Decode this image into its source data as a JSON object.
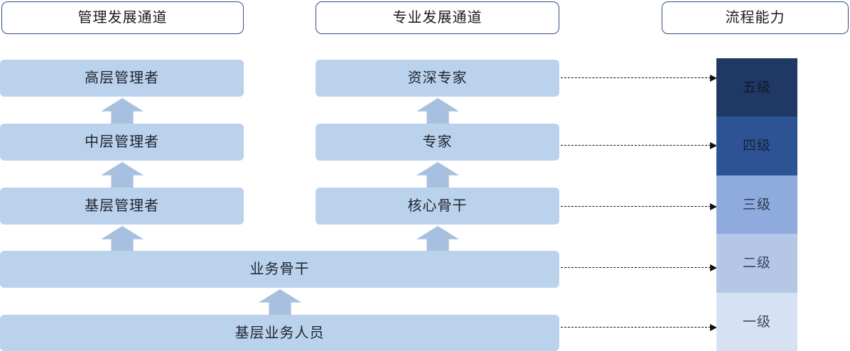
{
  "columns": {
    "management": {
      "header": "管理发展通道"
    },
    "professional": {
      "header": "专业发展通道"
    },
    "capability": {
      "header": "流程能力"
    }
  },
  "management_track": [
    {
      "label": "高层管理者"
    },
    {
      "label": "中层管理者"
    },
    {
      "label": "基层管理者"
    }
  ],
  "professional_track": [
    {
      "label": "资深专家"
    },
    {
      "label": "专家"
    },
    {
      "label": "核心骨干"
    }
  ],
  "shared_track": [
    {
      "label": "业务骨干"
    },
    {
      "label": "基层业务人员"
    }
  ],
  "capability_levels": [
    {
      "label": "五级",
      "color": "#1f3864"
    },
    {
      "label": "四级",
      "color": "#2e5395"
    },
    {
      "label": "三级",
      "color": "#8faadc"
    },
    {
      "label": "二级",
      "color": "#b4c7e7"
    },
    {
      "label": "一级",
      "color": "#d6e1f3"
    }
  ],
  "colors": {
    "header_border": "#33507e",
    "role_fill": "#bad2ec",
    "arrow_fill": "#a8c0e0",
    "connector": "#111111",
    "background": "#ffffff"
  }
}
